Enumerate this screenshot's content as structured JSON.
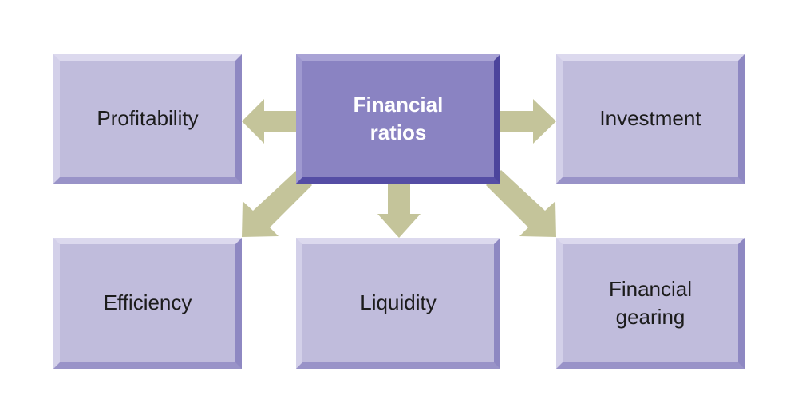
{
  "center": {
    "label": "Financial ratios"
  },
  "nodes": [
    {
      "id": "profitability",
      "label": "Profitability"
    },
    {
      "id": "investment",
      "label": "Investment"
    },
    {
      "id": "efficiency",
      "label": "Efficiency"
    },
    {
      "id": "liquidity",
      "label": "Liquidity"
    },
    {
      "id": "financial-gearing",
      "label": "Financial gearing"
    }
  ],
  "colors": {
    "box_fill": "#c0bcdc",
    "center_fill": "#8a83c2",
    "arrow": "#c4c49a"
  }
}
